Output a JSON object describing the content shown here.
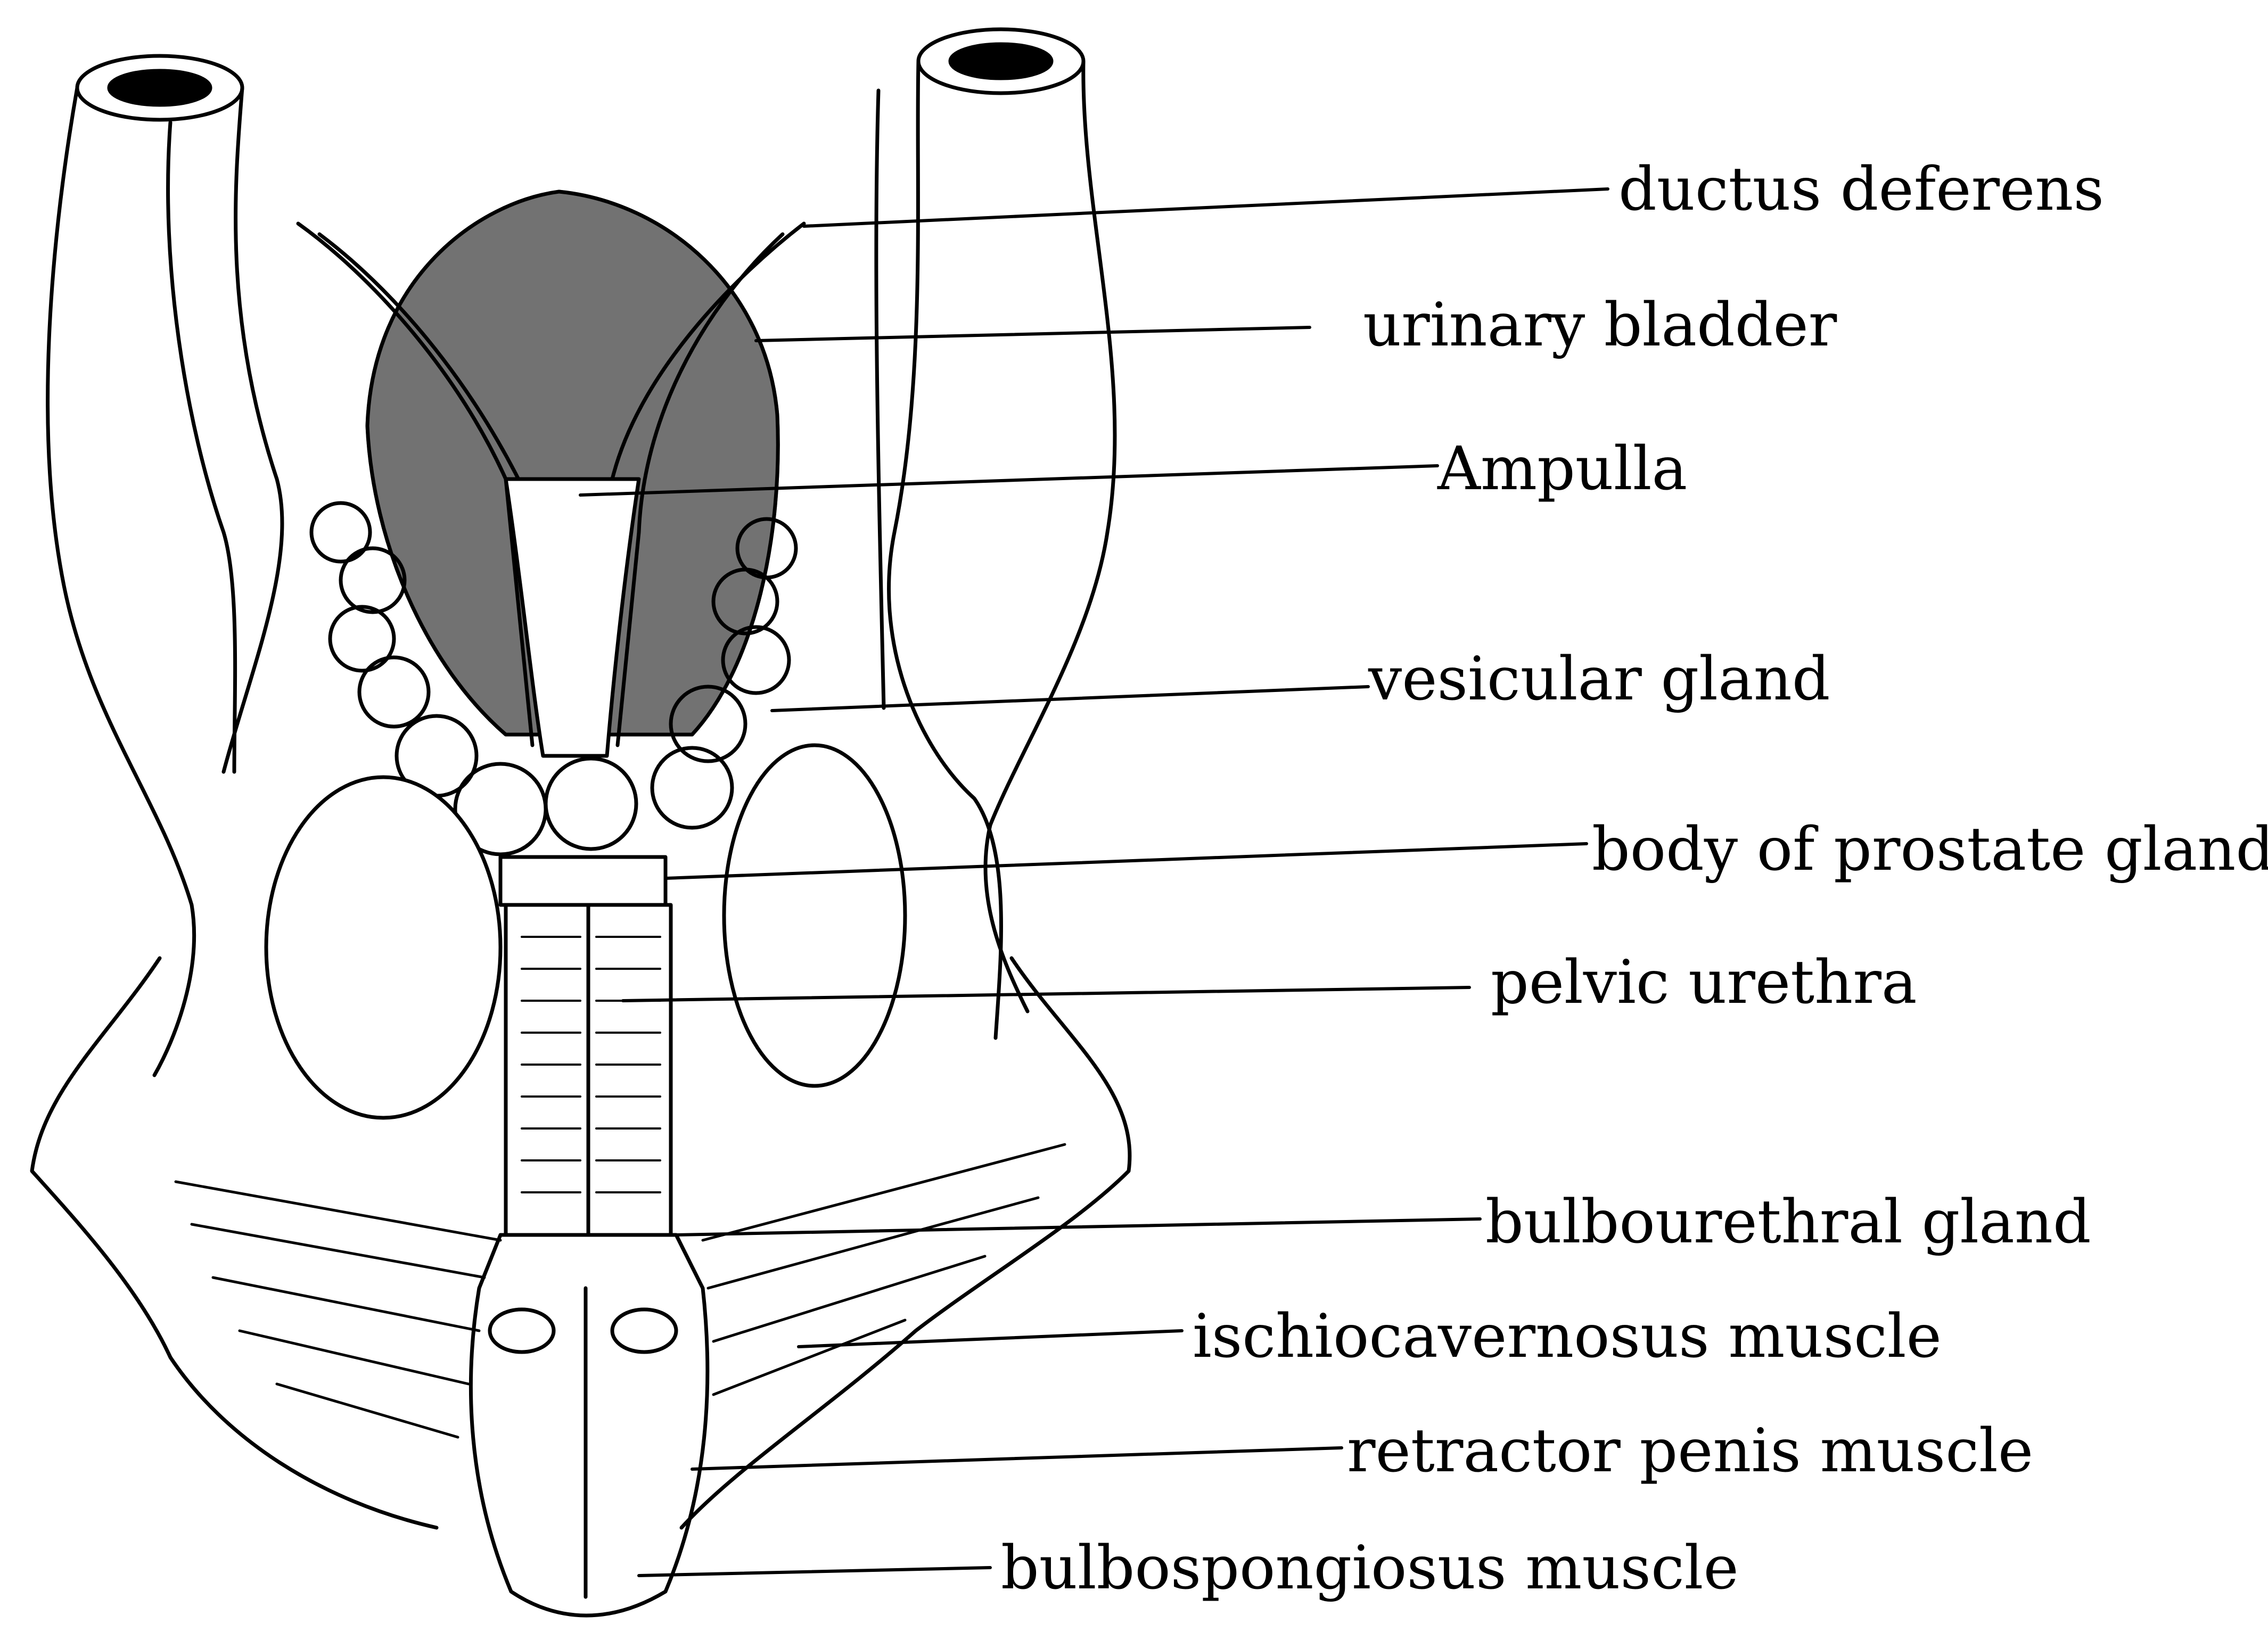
{
  "diagram": {
    "ink_color": "#000000",
    "background": "#ffffff",
    "labels": [
      {
        "id": "ductus-deferens",
        "text": "ductus deferens"
      },
      {
        "id": "urinary-bladder",
        "text": "urinary bladder"
      },
      {
        "id": "ampulla",
        "text": "Ampulla"
      },
      {
        "id": "vesicular-gland",
        "text": "vesicular gland"
      },
      {
        "id": "prostate-body",
        "text": "body of prostate gland"
      },
      {
        "id": "pelvic-urethra",
        "text": "pelvic urethra"
      },
      {
        "id": "bulbourethral-gland",
        "text": "bulbourethral gland"
      },
      {
        "id": "ischiocavernosus",
        "text": "ischiocavernosus muscle"
      },
      {
        "id": "retractor-penis",
        "text": "retractor penis muscle"
      },
      {
        "id": "bulbospongiosus",
        "text": "bulbospongiosus muscle"
      }
    ]
  }
}
